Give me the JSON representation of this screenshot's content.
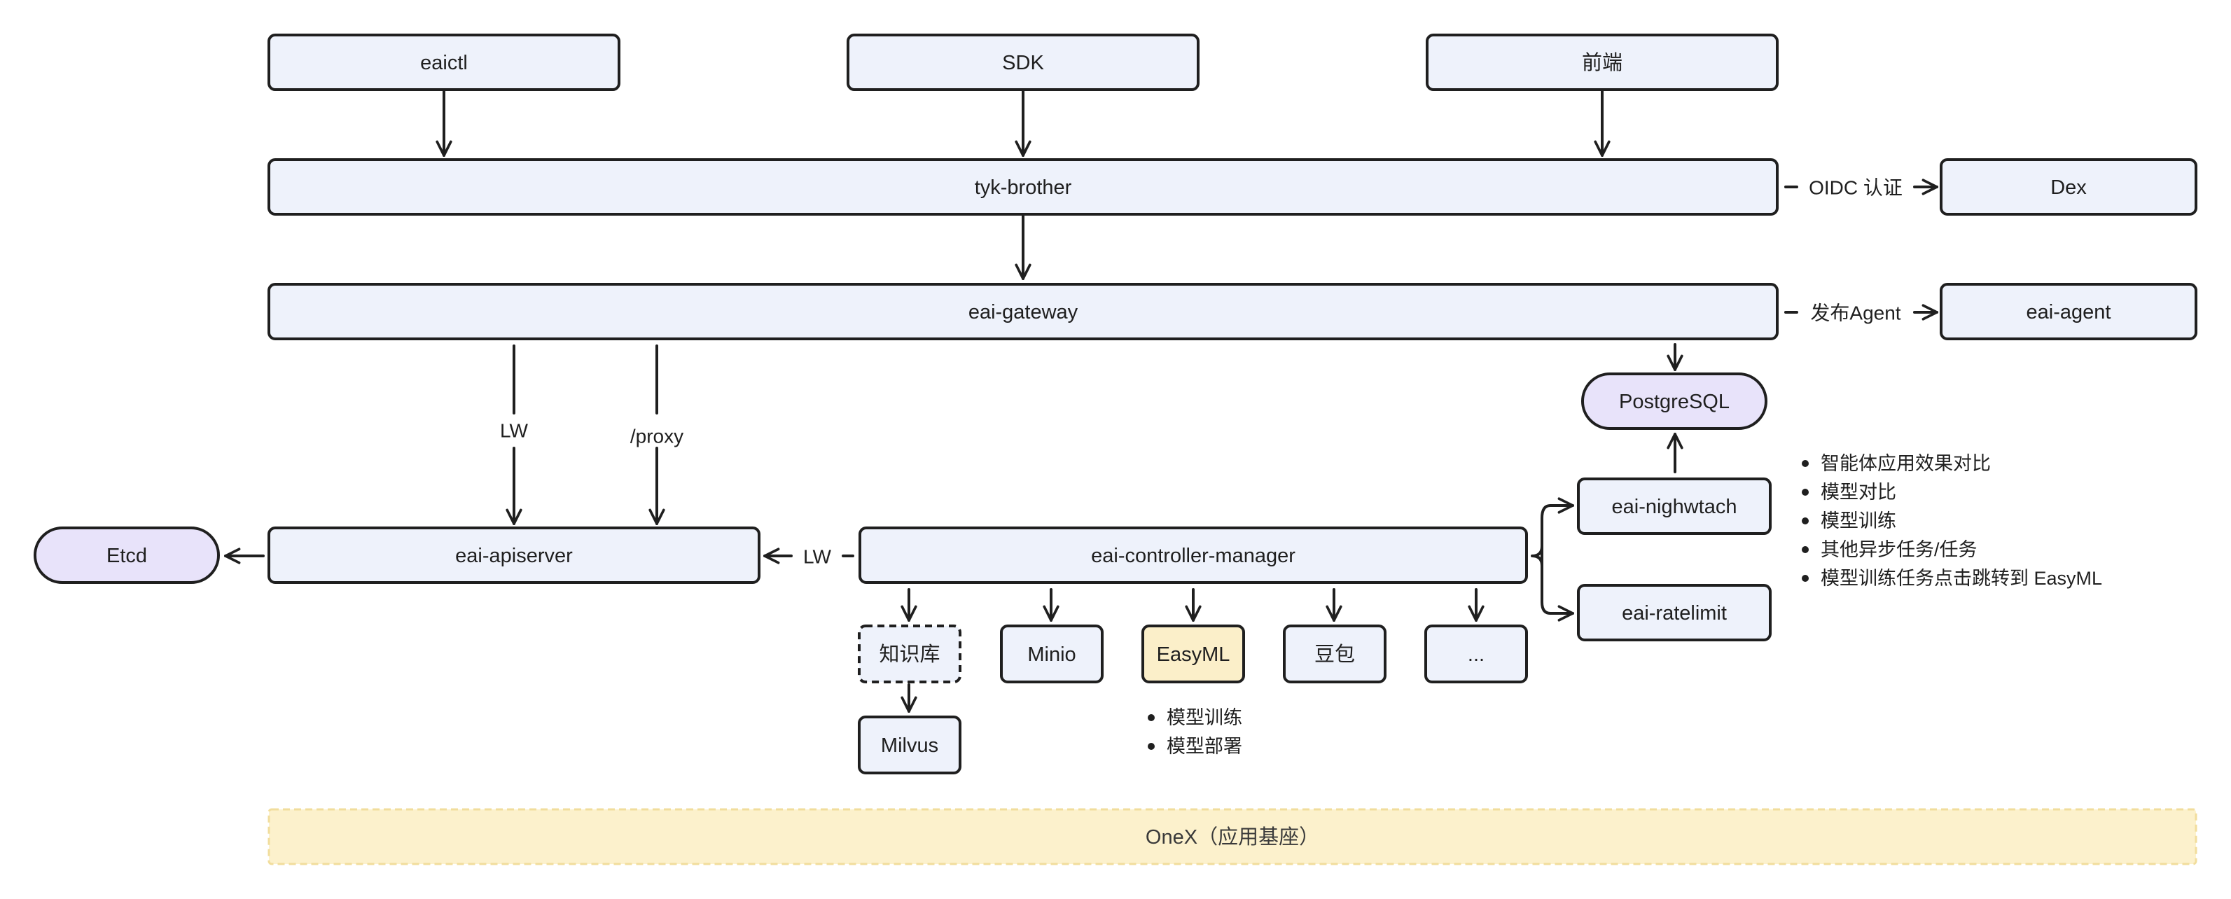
{
  "colors": {
    "box_fill": "#eef2fb",
    "accent_fill": "#e8e3fa",
    "easyml_fill": "#fbefc9",
    "band_fill": "#fcf1cc",
    "band_border": "#f1dd9c",
    "stroke": "#1f1f1f"
  },
  "nodes": {
    "eaictl": "eaictl",
    "sdk": "SDK",
    "frontend": "前端",
    "tyk_brother": "tyk-brother",
    "dex": "Dex",
    "eai_gateway": "eai-gateway",
    "eai_agent": "eai-agent",
    "postgresql": "PostgreSQL",
    "etcd": "Etcd",
    "eai_apiserver": "eai-apiserver",
    "eai_controller_manager": "eai-controller-manager",
    "eai_nighwtach": "eai-nighwtach",
    "eai_ratelimit": "eai-ratelimit",
    "knowledge_base": "知识库",
    "minio": "Minio",
    "easyml": "EasyML",
    "doubao": "豆包",
    "more": "...",
    "milvus": "Milvus"
  },
  "edge_labels": {
    "oidc": "OIDC 认证",
    "publish_agent": "发布Agent",
    "lw_gateway": "LW",
    "proxy": "/proxy",
    "lw_controller": "LW"
  },
  "notes": {
    "nighwatch_tasks": [
      "智能体应用效果对比",
      "模型对比",
      "模型训练",
      "其他异步任务/任务",
      "模型训练任务点击跳转到 EasyML"
    ],
    "easyml_features": [
      "模型训练",
      "模型部署"
    ]
  },
  "footer": {
    "onex": "OneX（应用基座）"
  }
}
